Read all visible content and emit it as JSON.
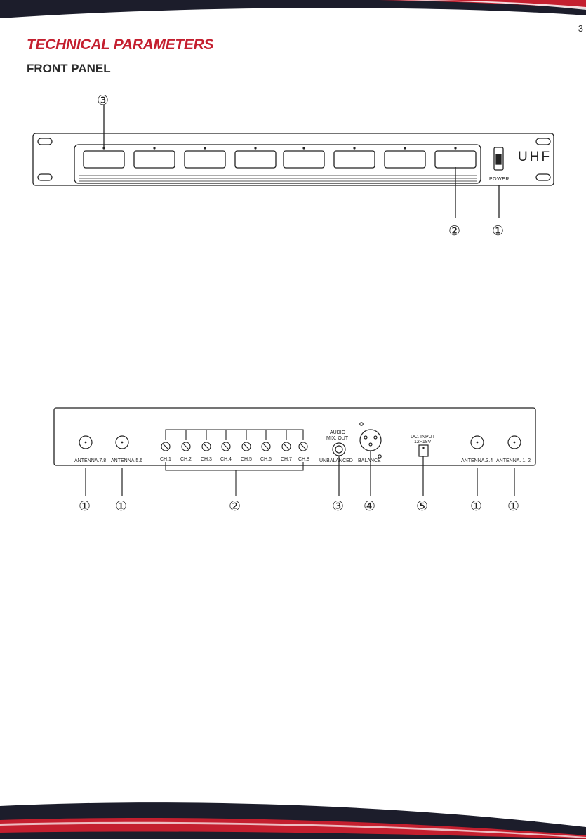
{
  "page": {
    "number": "3"
  },
  "headings": {
    "section_title": "TECHNICAL PARAMETERS",
    "front_panel": "FRONT PANEL"
  },
  "front_panel": {
    "brand": "UHF",
    "power_label": "POWER",
    "callouts": {
      "display": "③",
      "channel_window": "②",
      "power_switch": "①"
    },
    "channel_count": 8
  },
  "rear_panel": {
    "antenna_labels": [
      "ANTENNA.7.8",
      "ANTENNA.5.6",
      "ANTENNA.3.4",
      "ANTENNA. 1. 2"
    ],
    "channel_labels": [
      "CH.1",
      "CH.2",
      "CH.3",
      "CH.4",
      "CH.5",
      "CH.6",
      "CH.7",
      "CH.8"
    ],
    "audio_label_1": "AUDIO",
    "audio_label_2": "MIX. OUT",
    "unbalanced_label": "UNBALANCED",
    "balance_label": "BALANCE",
    "dc_label_1": "DC. INPUT",
    "dc_label_2": "12~18V",
    "callouts": [
      "①",
      "①",
      "②",
      "③",
      "④",
      "⑤",
      "①",
      "①"
    ]
  },
  "colors": {
    "accent_red": "#c41f2f",
    "band_dark": "#1c1d2b",
    "line": "#222222"
  }
}
